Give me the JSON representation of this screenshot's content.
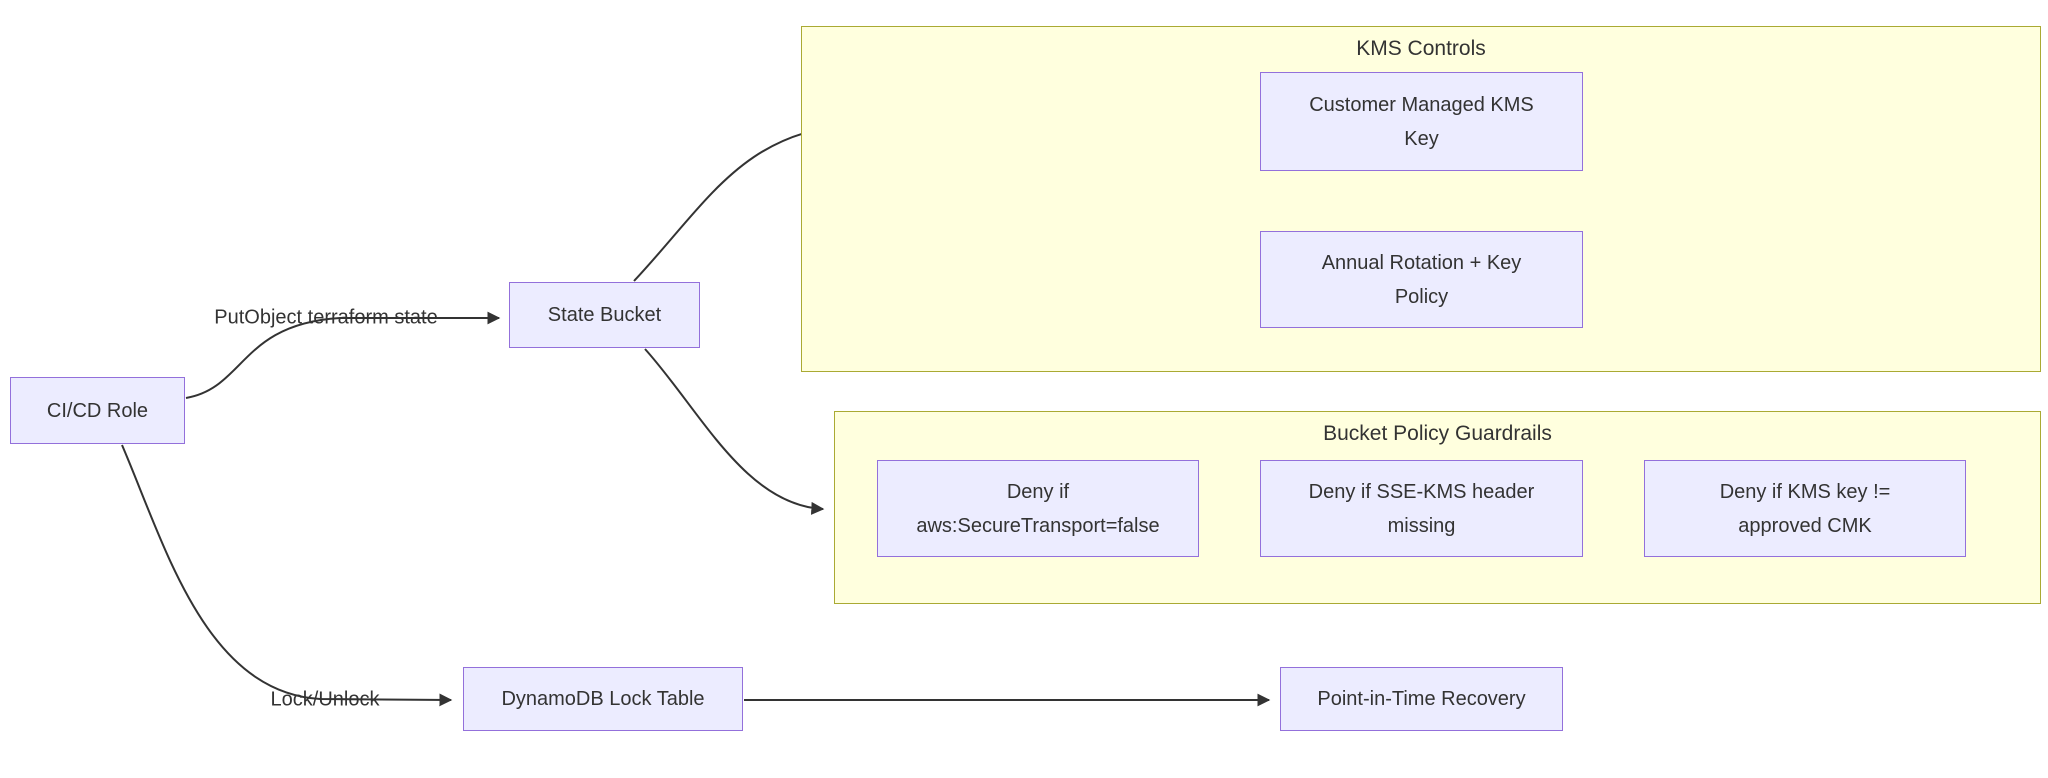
{
  "diagram": {
    "clusters": {
      "kms_controls": {
        "title": "KMS Controls"
      },
      "bucket_policy_guardrails": {
        "title": "Bucket Policy Guardrails"
      }
    },
    "nodes": {
      "cicd_role": {
        "label": "CI/CD Role"
      },
      "state_bucket": {
        "label": "State Bucket"
      },
      "customer_managed_kms_key": {
        "label": "Customer Managed KMS\nKey"
      },
      "annual_rotation_key_policy": {
        "label": "Annual Rotation + Key\nPolicy"
      },
      "deny_secure_transport": {
        "label": "Deny if\naws:SecureTransport=false"
      },
      "deny_sse_kms_header": {
        "label": "Deny if SSE-KMS header\nmissing"
      },
      "deny_kms_key_mismatch": {
        "label": "Deny if KMS key !=\napproved CMK"
      },
      "dynamodb_lock_table": {
        "label": "DynamoDB Lock Table"
      },
      "point_in_time_recovery": {
        "label": "Point-in-Time Recovery"
      }
    },
    "edges": {
      "putobject": {
        "label": "PutObject terraform state"
      },
      "lock_unlock": {
        "label": "Lock/Unlock"
      }
    },
    "colors": {
      "node_fill": "#ECECFF",
      "node_border": "#9370DB",
      "cluster_fill": "#FFFFDE",
      "cluster_border": "#AAAA33",
      "edge_stroke": "#333333",
      "text": "#333333",
      "background": "#FFFFFF"
    }
  }
}
